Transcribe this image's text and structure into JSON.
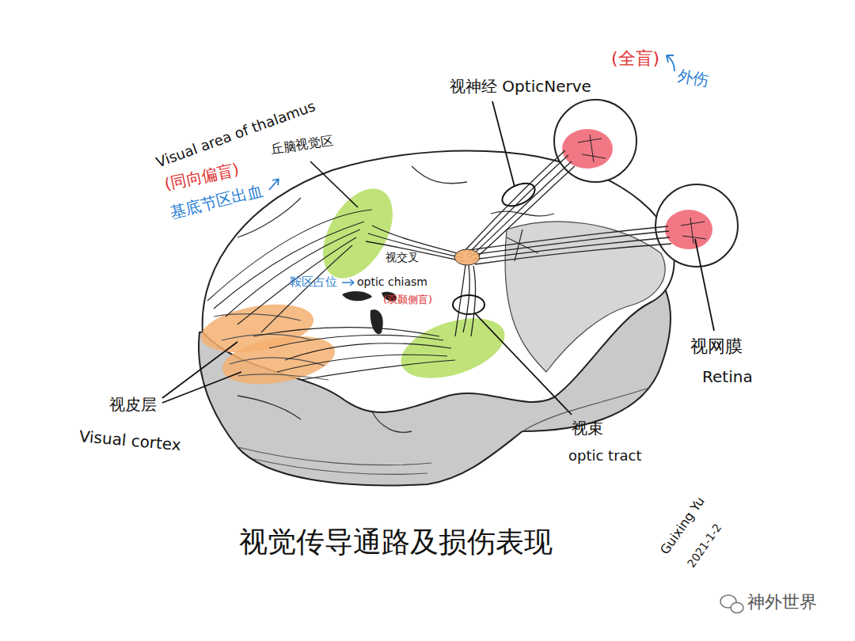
{
  "diagram": {
    "title": "视觉传导通路及损伤表现",
    "labels": [
      "(全盲)",
      "外伤",
      "视神经 OpticNerve",
      "Visual area of thalamus",
      "丘脑视觉区",
      "(同向偏盲)",
      "基底节区出血",
      "视交叉",
      "鞍区占位",
      "optic chiasm",
      "(双颞侧盲)",
      "视网膜",
      "Retina",
      "视皮层",
      "Visual cortex",
      "视束",
      "optic tract",
      "Guixing Yu",
      "2021-1-2",
      "神外世界"
    ]
  }
}
